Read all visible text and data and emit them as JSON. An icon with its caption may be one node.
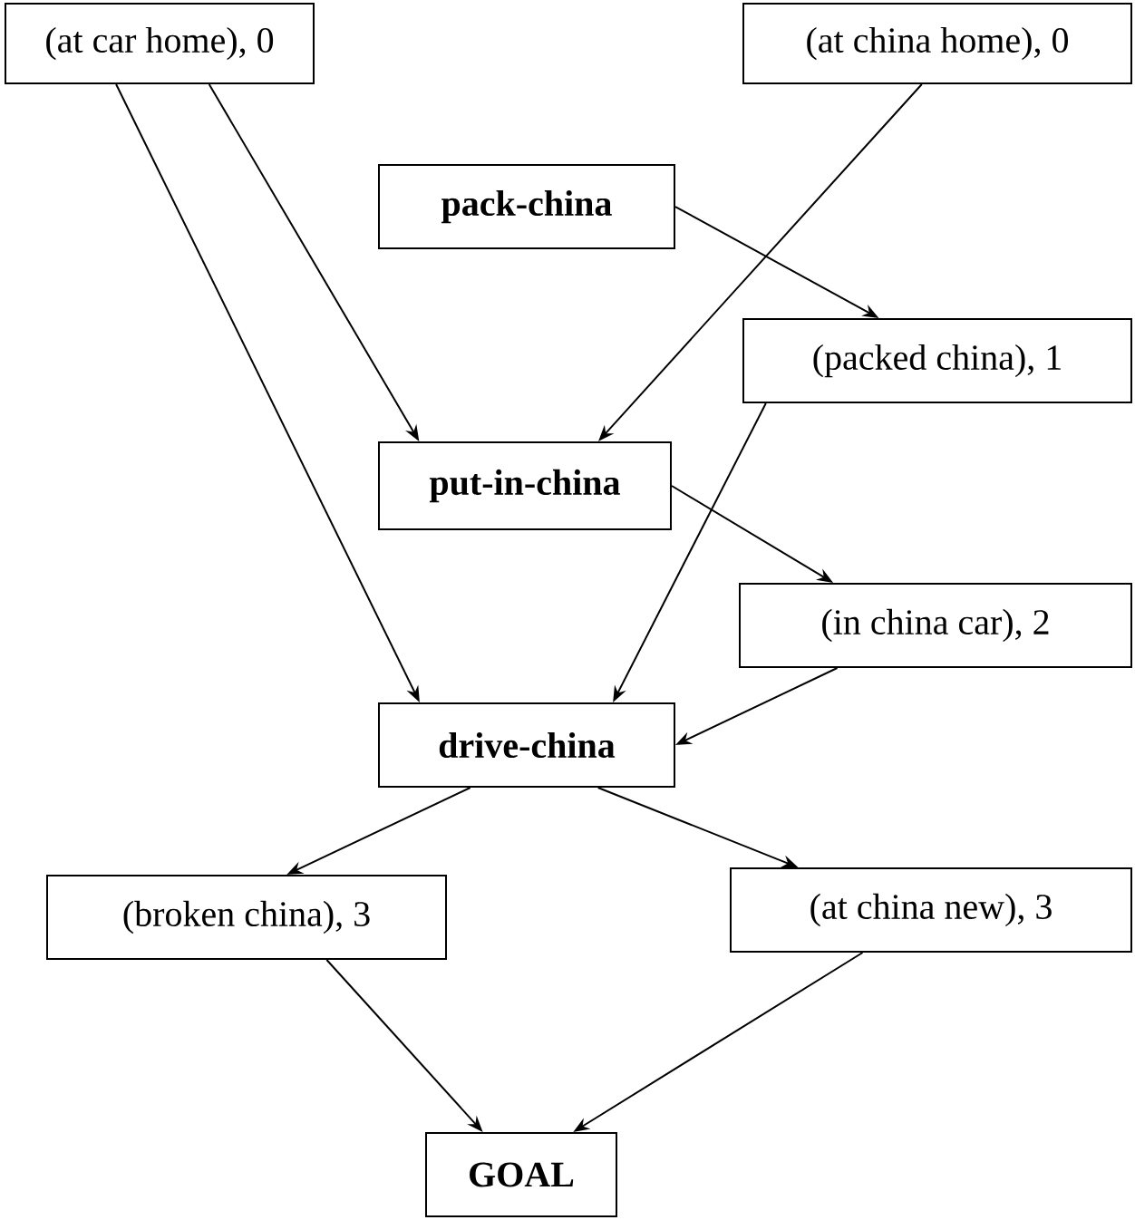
{
  "diagram": {
    "nodes": [
      {
        "text": [
          "(at car home), 0"
        ]
      },
      {
        "text": [
          "(at china home), 0"
        ]
      },
      {
        "text": [
          "**pack-china**"
        ]
      },
      {
        "text": [
          "(packed china), 1"
        ]
      },
      {
        "text": [
          "**put-in-china**"
        ]
      },
      {
        "text": [
          "(in china car), 2"
        ]
      },
      {
        "text": [
          "**drive-china**"
        ]
      },
      {
        "text": [
          "(broken china), 3"
        ]
      },
      {
        "text": [
          "(at china new), 3"
        ]
      },
      {
        "text": [
          "**GOAL**"
        ]
      }
    ],
    "edges": [
      {
        "from": 0,
        "to": 4,
        "arrow": "to"
      },
      {
        "from": 0,
        "to": 6,
        "arrow": "to"
      },
      {
        "from": 1,
        "to": 4,
        "arrow": "to"
      },
      {
        "from": 2,
        "to": 3,
        "arrow": "to"
      },
      {
        "from": 3,
        "to": 6,
        "arrow": "to"
      },
      {
        "from": 4,
        "to": 5,
        "arrow": "to"
      },
      {
        "from": 5,
        "to": 6,
        "arrow": "to"
      },
      {
        "from": 6,
        "to": 7,
        "arrow": "to"
      },
      {
        "from": 6,
        "to": 8,
        "arrow": "to"
      },
      {
        "from": 7,
        "to": 9,
        "arrow": "to"
      },
      {
        "from": 8,
        "to": 9,
        "arrow": "to"
      }
    ]
  }
}
